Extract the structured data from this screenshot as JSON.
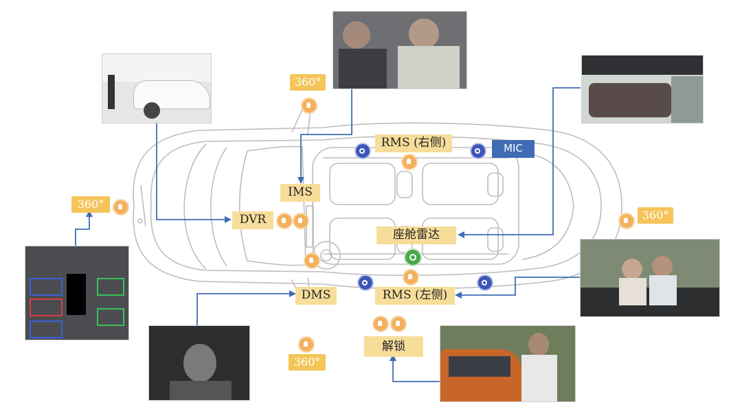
{
  "labels": {
    "dvr": "DVR",
    "ims": "IMS",
    "dms": "DMS",
    "rms_right": "RMS (右侧)",
    "rms_left": "RMS (左侧)",
    "mic": "MIC",
    "radar": "座舱雷达",
    "unlock": "解锁",
    "v360_top": "360°",
    "v360_left": "360°",
    "v360_right": "360°",
    "v360_bottom": "360°"
  },
  "icons": {
    "camera": "camera-icon",
    "speaker": "speaker-icon",
    "radar": "radar-icon"
  },
  "colors": {
    "label_bg": "#f7dd9a",
    "tag360_bg": "#f5c55a",
    "mic_bg": "#3f6cb5",
    "connector": "#3f6cb5",
    "camera_icon": "#f3b15d",
    "speaker_icon": "#3e55b8",
    "radar_icon": "#49a84a"
  }
}
